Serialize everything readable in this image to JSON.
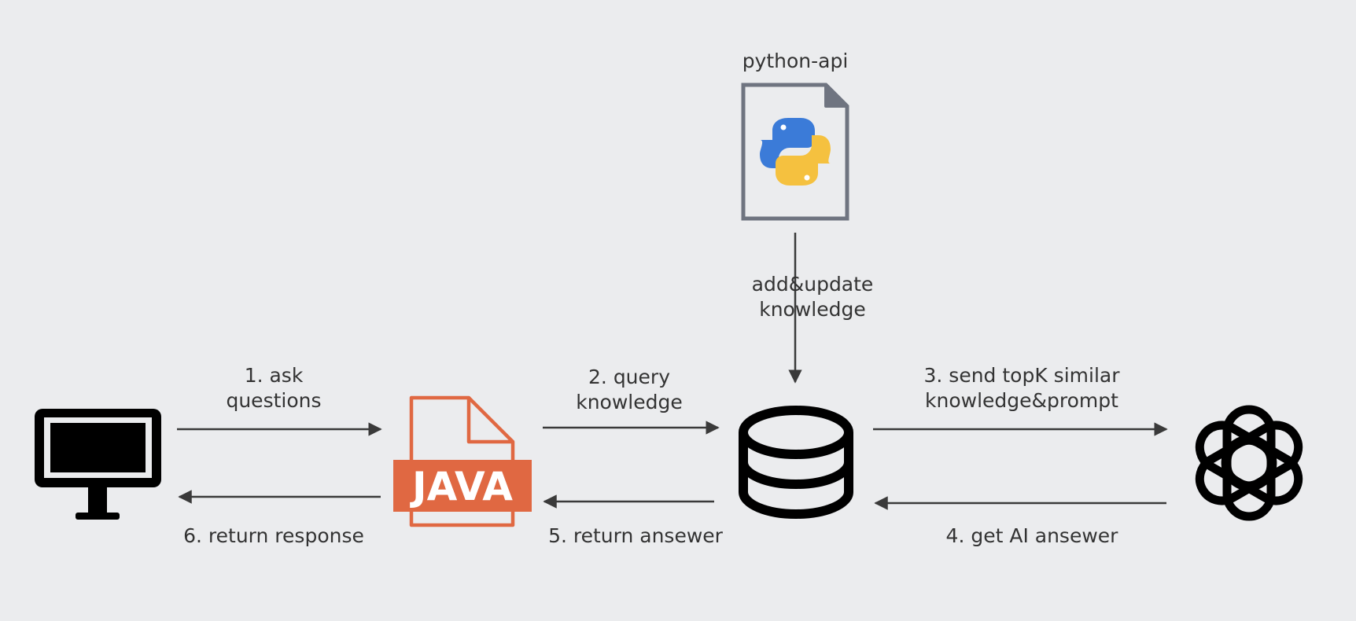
{
  "diagram": {
    "nodes": {
      "client": {
        "icon": "monitor-icon"
      },
      "java": {
        "icon": "java-file-icon",
        "badge_text": "JAVA",
        "color": "#e06842"
      },
      "python": {
        "icon": "python-file-icon",
        "title": "python-api",
        "colors": {
          "blue": "#3b7bd8",
          "yellow": "#f5c13f",
          "frame": "#6f7480"
        }
      },
      "db": {
        "icon": "database-icon"
      },
      "ai": {
        "icon": "openai-logo-icon"
      }
    },
    "edges": {
      "ask": {
        "line1": "1. ask",
        "line2": "questions"
      },
      "query": {
        "line1": "2. query",
        "line2": "knowledge"
      },
      "send": {
        "line1": "3. send topK similar",
        "line2": "knowledge&prompt"
      },
      "get_ai": {
        "label": "4. get AI ansewer"
      },
      "ret_ans": {
        "label": "5. return ansewer"
      },
      "ret_resp": {
        "label": "6. return response"
      },
      "update": {
        "line1": "add&update",
        "line2": "knowledge"
      }
    }
  }
}
